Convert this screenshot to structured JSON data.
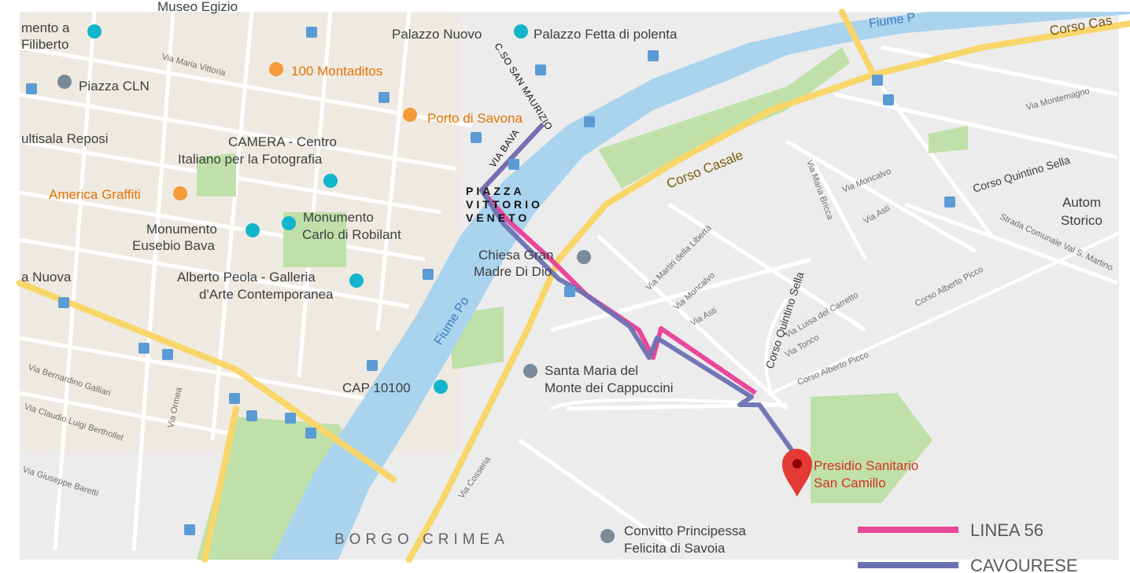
{
  "map": {
    "district": "BORGO CRIMEA",
    "river": "Fiume Po",
    "river_top": "Fiume P",
    "square": [
      "PIAZZA",
      "VITTORIO",
      "VENETO"
    ],
    "annotations": [
      "VIA BAVA",
      "C.SO SAN MAURIZIO"
    ],
    "poi": [
      {
        "name": "Palazzo Nuovo"
      },
      {
        "name": "Palazzo Fetta di polenta"
      },
      {
        "name": "100 Montaditos"
      },
      {
        "name": "Piazza CLN"
      },
      {
        "name": "Porto di Savona"
      },
      {
        "name": "ultisala Reposi"
      },
      {
        "name": "CAMERA - Centro"
      },
      {
        "name": "Italiano per la Fotografia"
      },
      {
        "name": "America Graffiti"
      },
      {
        "name": "Monumento"
      },
      {
        "name": "Carlo di Robilant"
      },
      {
        "name": "Monumento"
      },
      {
        "name": "Eusebio Bava"
      },
      {
        "name": "Chiesa Gran"
      },
      {
        "name": "Madre Di Dio"
      },
      {
        "name": "a Nuova"
      },
      {
        "name": "Alberto Peola - Galleria"
      },
      {
        "name": "d'Arte Contemporanea"
      },
      {
        "name": "Santa Maria del"
      },
      {
        "name": "Monte dei Cappuccini"
      },
      {
        "name": "CAP 10100"
      },
      {
        "name": "Presidio Sanitario"
      },
      {
        "name": "San Camillo"
      },
      {
        "name": "Convitto Principessa"
      },
      {
        "name": "Felicita di Savoia"
      },
      {
        "name": "Autom"
      },
      {
        "name": "Storico"
      },
      {
        "name": "mento a"
      },
      {
        "name": "Filiberto"
      },
      {
        "name": "Museo Egizio"
      }
    ],
    "streets": [
      "Corso Casale",
      "Corso Cas",
      "Corso Quintino Sella",
      "Corso Quintino Sella",
      "Via Maria Vittoria",
      "Via Montemagno",
      "Via Moncalvo",
      "Via Asti",
      "Via Maria Bricca",
      "Via Martiri della Libertà",
      "Via Moncalvo",
      "Via Asti",
      "Via Luisa del Carretto",
      "Corso Alberto Picco",
      "Via Tonco",
      "Corso Alberto Picco",
      "Strada Comunale Val S. Martino",
      "Via Bernardino Galliari",
      "Via Claudio Luigi Berthollet",
      "Via Giuseppe Baretti",
      "Via Ormea",
      "Via Cosseria"
    ]
  },
  "legend": [
    {
      "label": "LINEA 56",
      "color": "#e8479a"
    },
    {
      "label": "CAVOURESE",
      "color": "#6b72b3"
    }
  ],
  "colors": {
    "water": "#aad3ee",
    "park": "#bfe0a8",
    "road_major": "#f8d66a",
    "land": "#eeeeee",
    "route_pink": "#e8479a",
    "route_purple": "#6b72b3",
    "marker": "#e53935"
  }
}
